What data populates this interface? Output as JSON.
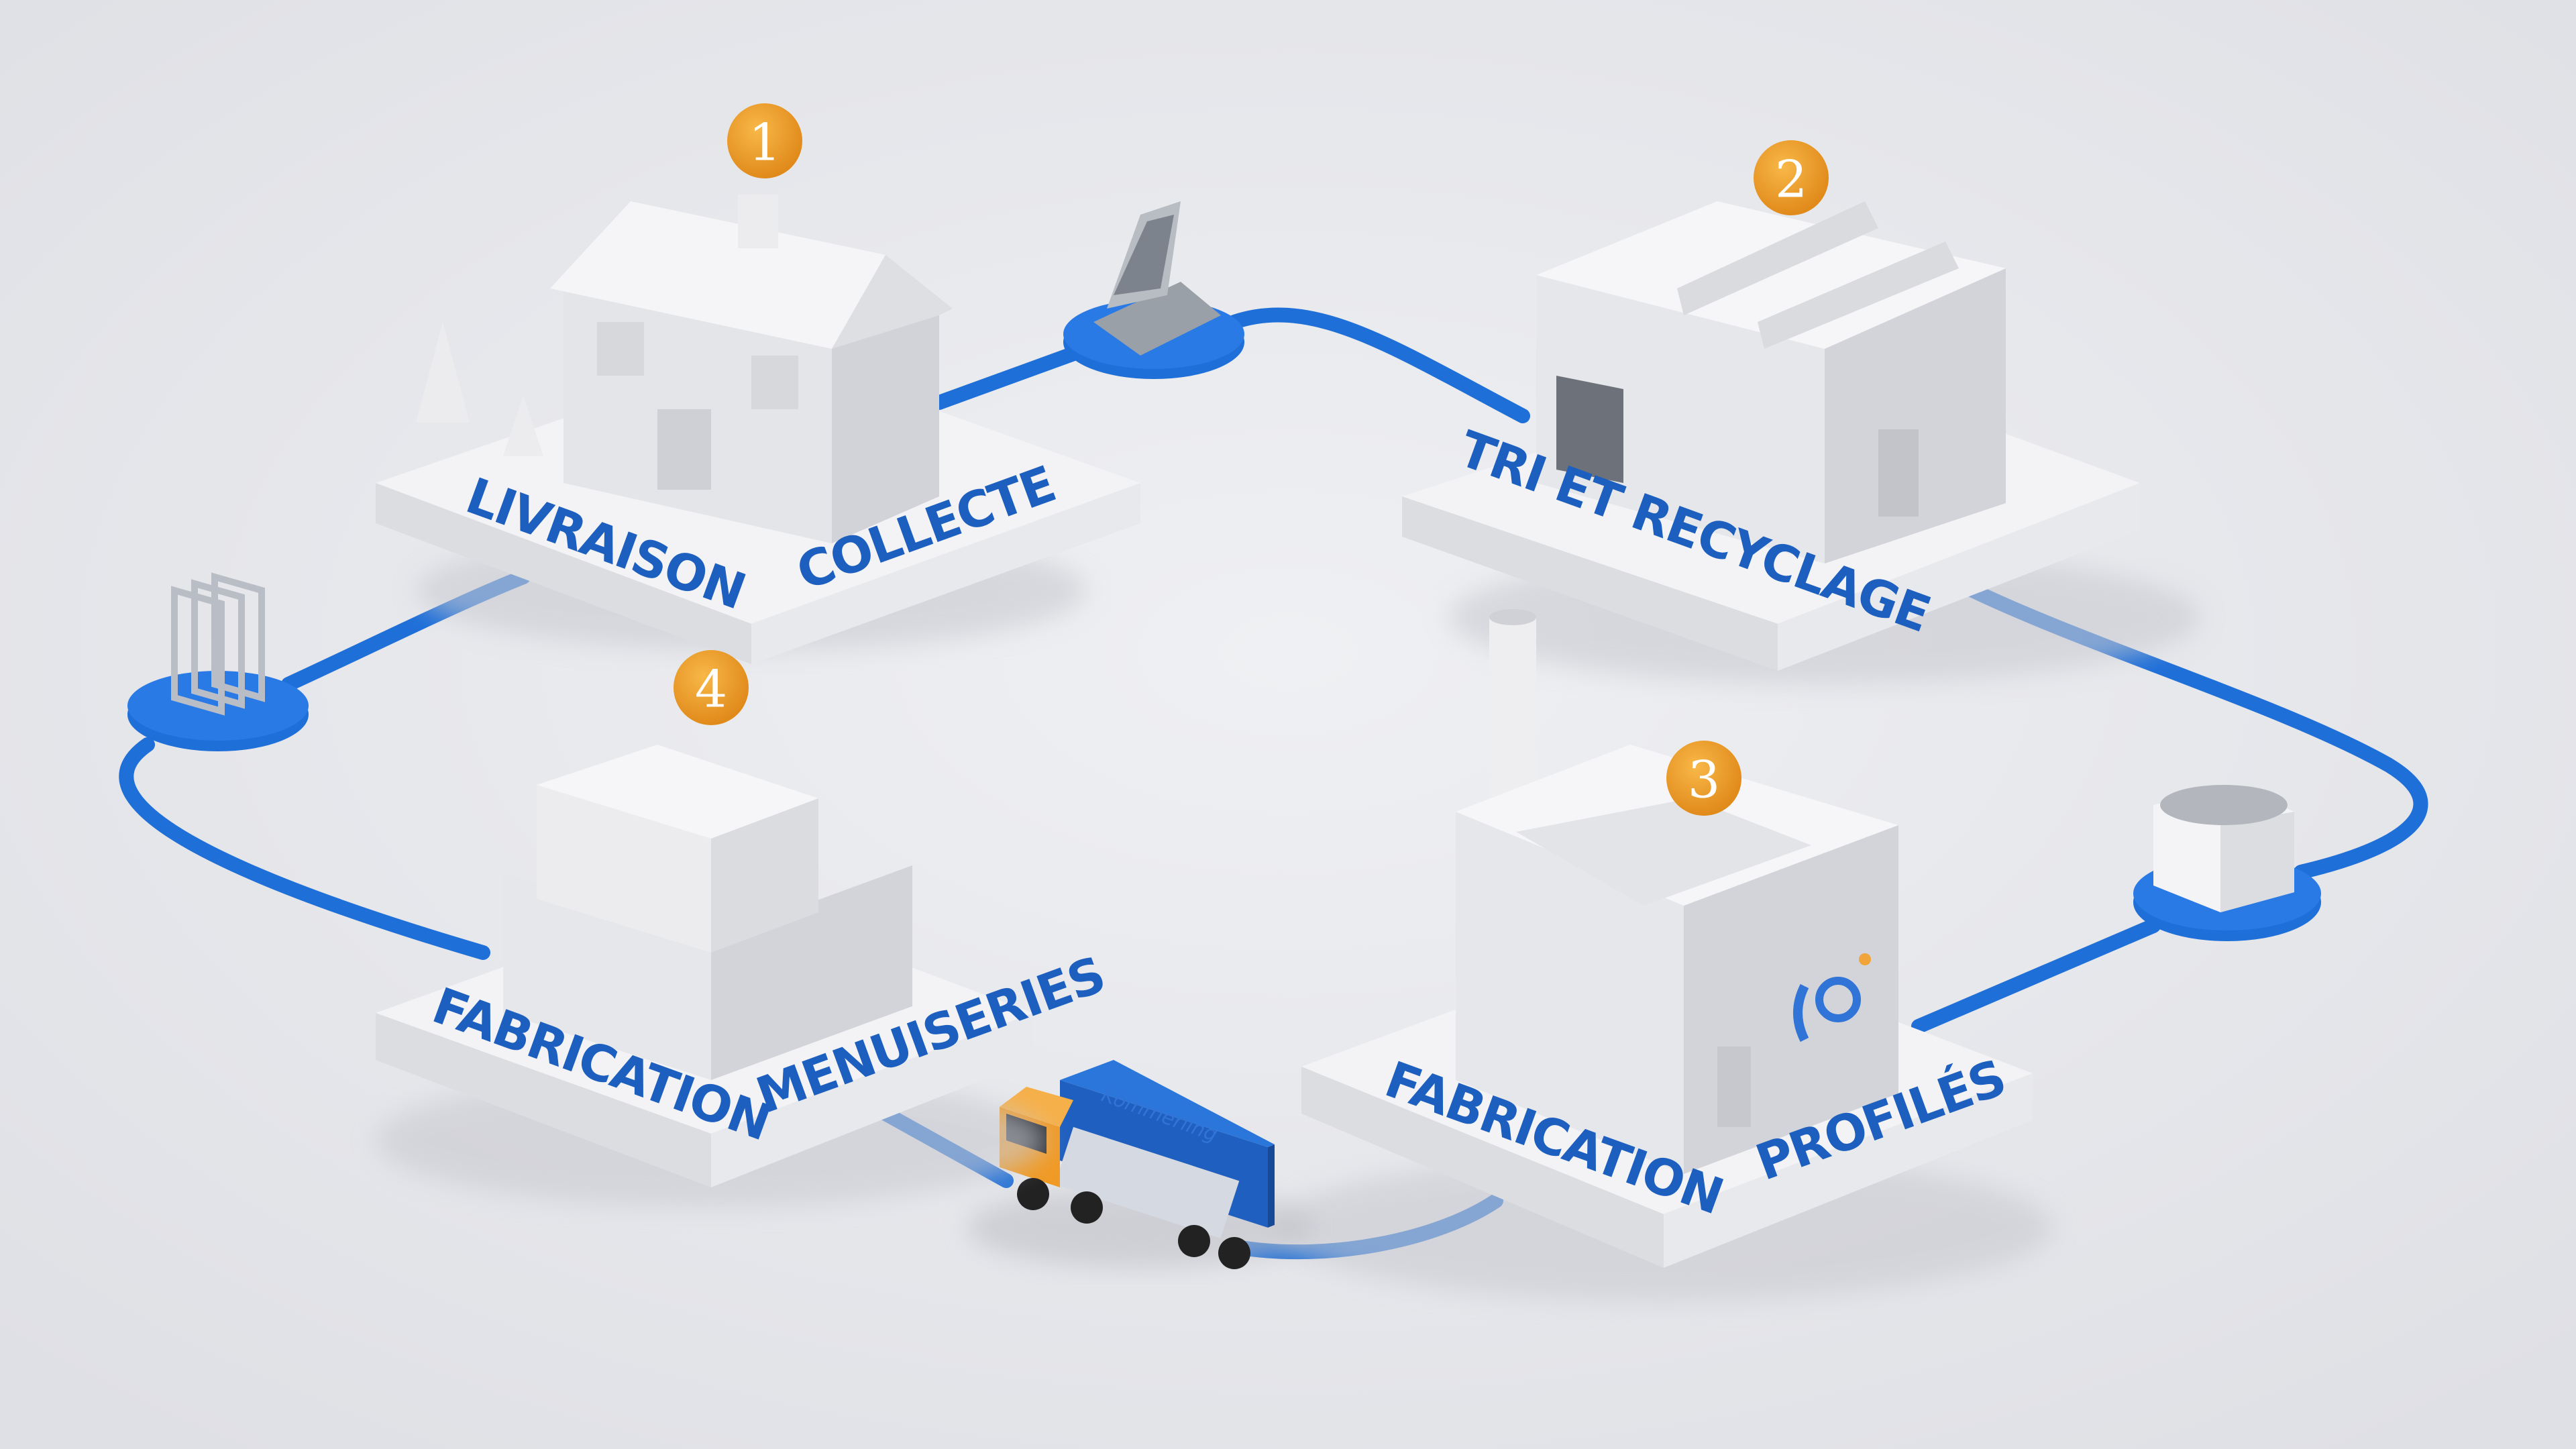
{
  "stations": [
    {
      "id": "house",
      "labels": [
        "LIVRAISON",
        "COLLECTE"
      ],
      "step": "1"
    },
    {
      "id": "recycle",
      "labels": [
        "TRI ET RECYCLAGE"
      ],
      "step": "2"
    },
    {
      "id": "profiles",
      "labels": [
        "FABRICATION",
        "PROFILÉS"
      ],
      "step": "3"
    },
    {
      "id": "joinery",
      "labels": [
        "FABRICATION",
        "MENUISERIES"
      ],
      "step": "4"
    }
  ],
  "truck": {
    "brand": "Kömmerling"
  },
  "colors": {
    "background": "#e9eaee",
    "label_blue": "#1d5fbf",
    "pipe_blue": "#1f6fd8",
    "badge_orange": "#ee9d26",
    "building_white": "#f6f6f7",
    "truck_orange": "#f09a25",
    "truck_body_blue": "#1f5fbf"
  }
}
